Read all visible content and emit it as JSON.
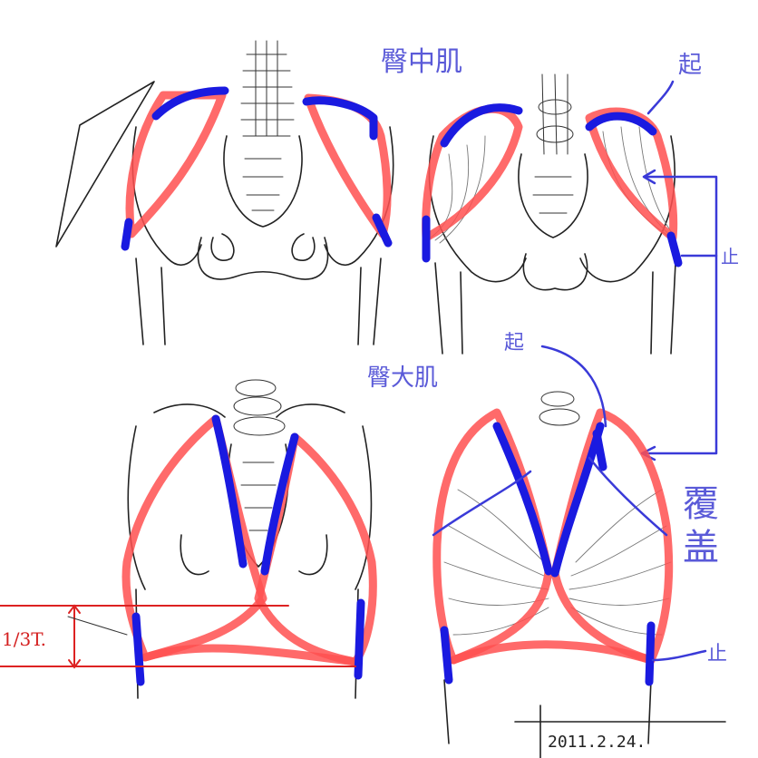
{
  "labels": {
    "gluteus_medius": "臀中肌",
    "gluteus_maximus": "臀大肌",
    "origin_top": "起",
    "origin_bottom": "起",
    "insertion_right": "止",
    "insertion_bottom": "止",
    "covering": "覆盖",
    "one_third": "1/3T.",
    "date": "2011.2.24."
  },
  "colors": {
    "muscle_outline": "#ff5050",
    "origin_insertion": "#1a1ae0",
    "annotation_blue": "#5a5ad8",
    "measure_red": "#d42020",
    "bone_ink": "#222222"
  }
}
